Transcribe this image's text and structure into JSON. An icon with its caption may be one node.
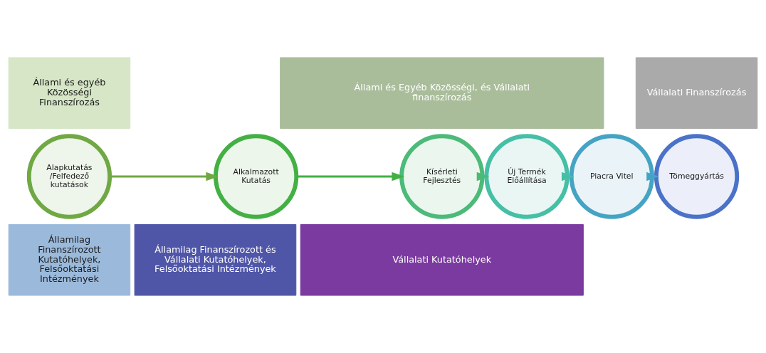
{
  "diagram": {
    "nodes": [
      {
        "text": [
          "Állami és egyéb Közösségi Finanszírozás"
        ]
      },
      {
        "text": [
          "Állami és Egyéb Közösségi, és Vállalati finanszírozás"
        ]
      },
      {
        "text": [
          "Vállalati Finanszírozás"
        ]
      },
      {
        "text": [
          "Alapkutatás /Felfedező kutatások"
        ]
      },
      {
        "text": [
          "Alkalmazott Kutatás"
        ]
      },
      {
        "text": [
          "Kísérleti Fejlesztés"
        ]
      },
      {
        "text": [
          "Új Termék Előállítása"
        ]
      },
      {
        "text": [
          "Piacra Vitel"
        ]
      },
      {
        "text": [
          "Tömeggyártás"
        ]
      },
      {
        "text": [
          "Államilag Finanszírozott Kutatóhelyek, Felsőoktatási Intézmények"
        ]
      },
      {
        "text": [
          "Államilag Finanszírozott és Vállalati Kutatóhelyek, Felsőoktatási Intézmények"
        ]
      },
      {
        "text": [
          "Vállalati Kutatóhelyek"
        ]
      }
    ],
    "edges": [
      {
        "from": 3,
        "to": 4,
        "arrow": "to"
      },
      {
        "from": 4,
        "to": 5,
        "arrow": "to"
      },
      {
        "from": 5,
        "to": 6,
        "arrow": "to"
      },
      {
        "from": 6,
        "to": 7,
        "arrow": "to"
      },
      {
        "from": 7,
        "to": 8,
        "arrow": "to"
      }
    ]
  }
}
